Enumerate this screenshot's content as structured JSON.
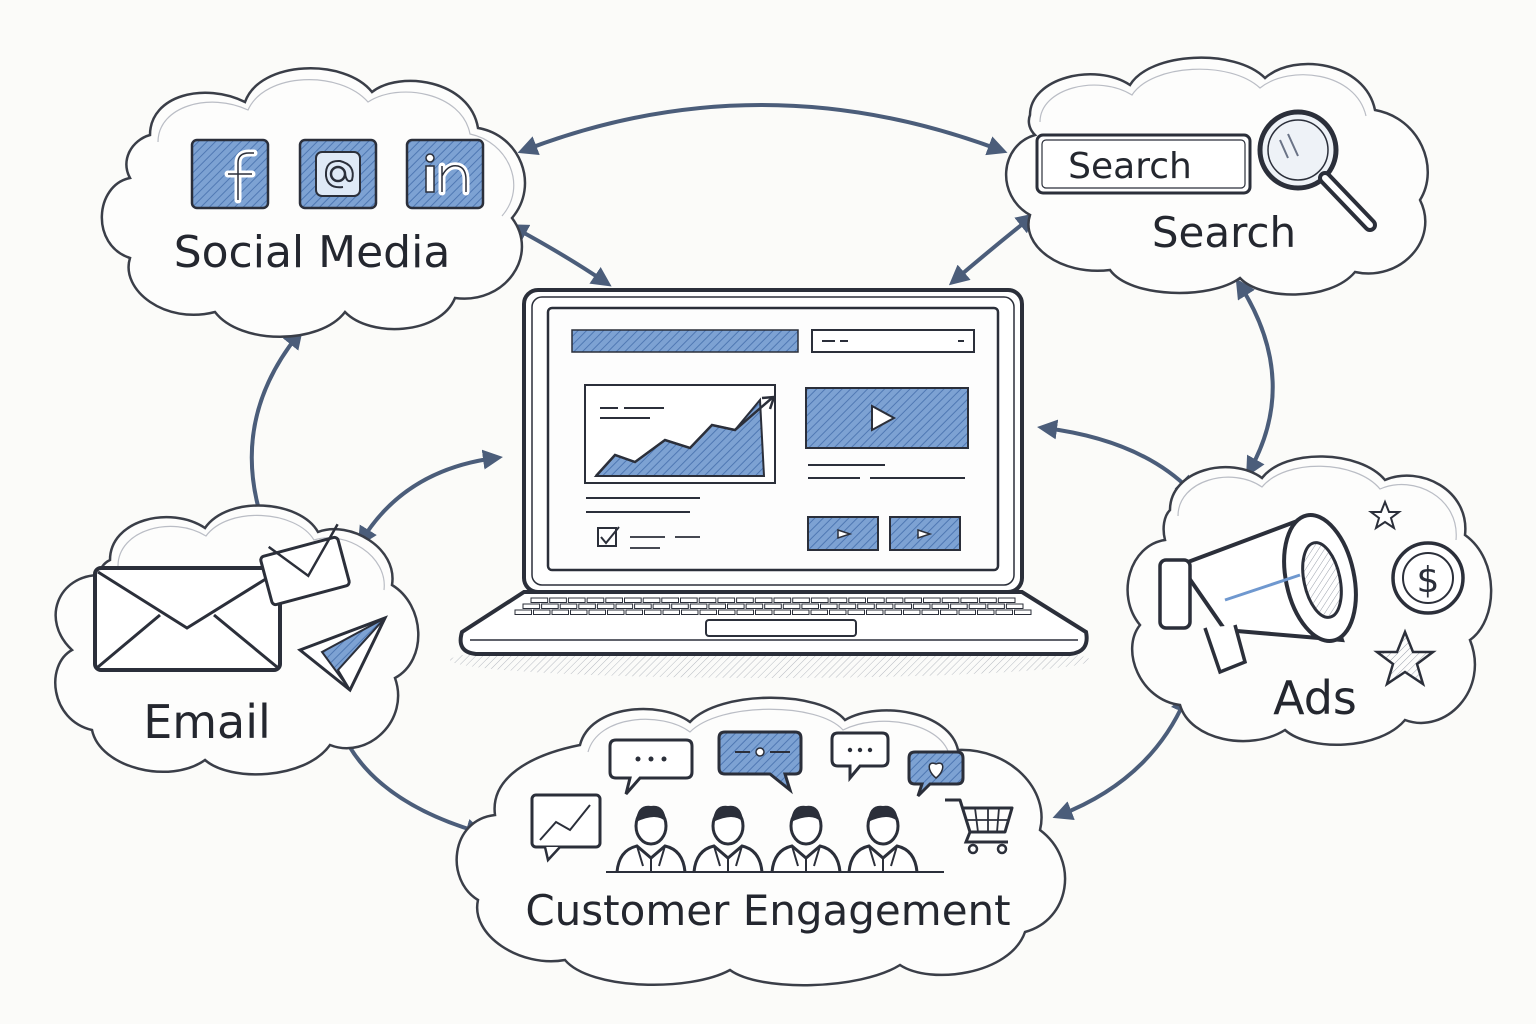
{
  "nodes": {
    "social": {
      "label": "Social Media"
    },
    "search": {
      "label": "Search",
      "box_text": "Search"
    },
    "email": {
      "label": "Email"
    },
    "ads": {
      "label": "Ads"
    },
    "customer": {
      "label": "Customer Engagement"
    }
  },
  "colors": {
    "ink": "#2b2f3a",
    "accent": "#6f98cf",
    "arrow": "#4b5d7a"
  },
  "icons": {
    "social": [
      "facebook-icon",
      "at-sign-icon",
      "linkedin-icon"
    ],
    "search": [
      "magnifier-icon"
    ],
    "email": [
      "envelope-icon",
      "paper-plane-icon"
    ],
    "ads": [
      "megaphone-icon",
      "dollar-coin-icon",
      "star-icon"
    ],
    "customer": [
      "chat-bubble-icon",
      "heart-bubble-icon",
      "people-icon",
      "shopping-cart-icon"
    ]
  }
}
